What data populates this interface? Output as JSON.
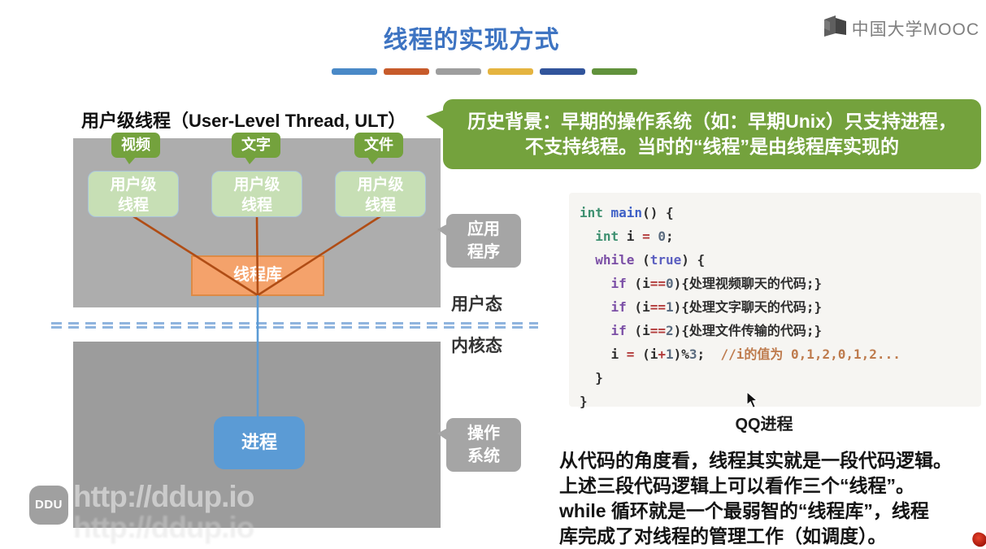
{
  "title": "线程的实现方式",
  "brand": {
    "name": "中国大学MOOC"
  },
  "divider_bars": [
    "#4A89C7",
    "#C75B2B",
    "#9E9E9E",
    "#E5B440",
    "#31549B",
    "#61923C"
  ],
  "banner": {
    "line1": "历史背景：早期的操作系统（如：早期Unix）只支持进程，",
    "line2": "不支持线程。当时的“线程”是由线程库实现的"
  },
  "diagram": {
    "heading": "用户级线程（User-Level Thread, ULT）",
    "bubbles": [
      "视频",
      "文字",
      "文件"
    ],
    "thread_boxes": [
      {
        "line1": "用户级",
        "line2": "线程"
      },
      {
        "line1": "用户级",
        "line2": "线程"
      },
      {
        "line1": "用户级",
        "line2": "线程"
      }
    ],
    "thread_library": "线程库",
    "app_callout": {
      "line1": "应用",
      "line2": "程序"
    },
    "user_mode_label": "用户态",
    "kernel_mode_label": "内核态",
    "process_label": "进程",
    "os_callout": {
      "line1": "操作",
      "line2": "系统"
    }
  },
  "code": {
    "caption": "QQ进程",
    "lines": [
      [
        [
          "kw-type",
          "int "
        ],
        [
          "fn",
          "main"
        ],
        [
          "plain",
          "() {"
        ]
      ],
      [
        [
          "plain",
          "  "
        ],
        [
          "kw-type",
          "int "
        ],
        [
          "plain",
          "i "
        ],
        [
          "op",
          "="
        ],
        [
          "plain",
          " "
        ],
        [
          "num",
          "0"
        ],
        [
          "plain",
          ";"
        ]
      ],
      [
        [
          "plain",
          "  "
        ],
        [
          "kw",
          "while"
        ],
        [
          "plain",
          " ("
        ],
        [
          "bool",
          "true"
        ],
        [
          "plain",
          ") {"
        ]
      ],
      [
        [
          "plain",
          "    "
        ],
        [
          "kw",
          "if"
        ],
        [
          "plain",
          " (i"
        ],
        [
          "op",
          "=="
        ],
        [
          "num",
          "0"
        ],
        [
          "plain",
          "){处理视频聊天的代码;}"
        ]
      ],
      [
        [
          "plain",
          "    "
        ],
        [
          "kw",
          "if"
        ],
        [
          "plain",
          " (i"
        ],
        [
          "op",
          "=="
        ],
        [
          "num",
          "1"
        ],
        [
          "plain",
          "){处理文字聊天的代码;}"
        ]
      ],
      [
        [
          "plain",
          "    "
        ],
        [
          "kw",
          "if"
        ],
        [
          "plain",
          " (i"
        ],
        [
          "op",
          "=="
        ],
        [
          "num",
          "2"
        ],
        [
          "plain",
          "){处理文件传输的代码;}"
        ]
      ],
      [
        [
          "plain",
          "    i "
        ],
        [
          "op",
          "="
        ],
        [
          "plain",
          " (i"
        ],
        [
          "op",
          "+"
        ],
        [
          "num",
          "1"
        ],
        [
          "plain",
          ")%"
        ],
        [
          "num",
          "3"
        ],
        [
          "plain",
          ";  "
        ],
        [
          "comment",
          "//i的值为 0,1,2,0,1,2..."
        ]
      ],
      [
        [
          "plain",
          "  }"
        ]
      ],
      [
        [
          "plain",
          "}"
        ]
      ]
    ]
  },
  "footer_note": {
    "lines": [
      "从代码的角度看，线程其实就是一段代码逻辑。",
      "上述三段代码逻辑上可以看作三个“线程”。",
      "while 循环就是一个最弱智的“线程库”，线程",
      "库完成了对线程的管理工作（如调度）。"
    ]
  },
  "watermark": {
    "badge": "DDU",
    "url": "http://ddup.io"
  },
  "colors": {
    "title_blue": "#3E74C2",
    "accent_green": "#74A23D",
    "accent_blue": "#5B9BD5",
    "accent_orange": "#F4A26B",
    "line_orange": "#B04D15"
  }
}
